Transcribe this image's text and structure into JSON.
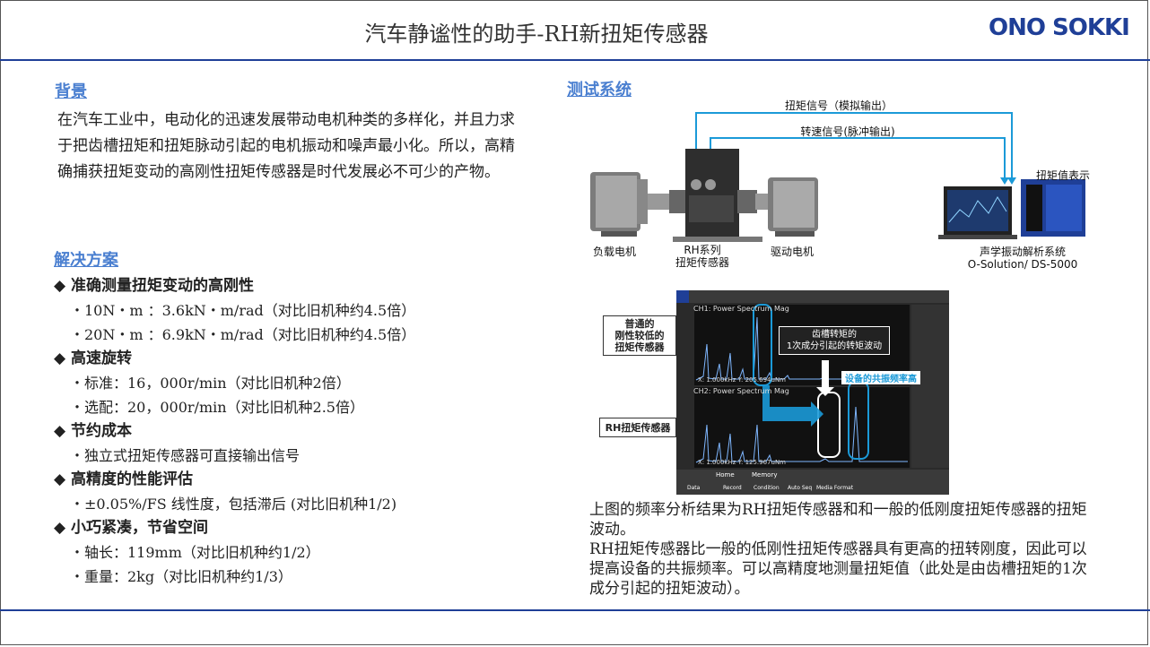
{
  "header": {
    "title": "汽车静谧性的助手-RH新扭矩传感器",
    "logo": "ONO SOKKI"
  },
  "background": {
    "heading": "背景",
    "text": "在汽车工业中，电动化的迅速发展带动电机种类的多样化，并且力求于把齿槽扭矩和扭矩脉动引起的电机振动和噪声最小化。所以，高精确捕获扭矩变动的高刚性扭矩传感器是时代发展必不可少的产物。"
  },
  "solution": {
    "heading": "解决方案",
    "items": [
      {
        "head": "◆ 准确测量扭矩变动的高刚性",
        "subs": [
          "・10N・m ：3.6kN・m/rad（对比旧机种约4.5倍）",
          "・20N・m ：6.9kN・m/rad（对比旧机种约4.5倍）"
        ]
      },
      {
        "head": "◆ 高速旋转",
        "subs": [
          "・标准：16，000r/min（对比旧机种2倍）",
          "・选配：20，000r/min（对比旧机种2.5倍）"
        ]
      },
      {
        "head": "◆ 节约成本",
        "subs": [
          "・独立式扭矩传感器可直接输出信号"
        ]
      },
      {
        "head": "◆ 高精度的性能评估",
        "subs": [
          "・±0.05%/FS 线性度，包括滞后 (对比旧机种1/2)"
        ]
      },
      {
        "head": "◆ 小巧紧凑，节省空间",
        "subs": [
          "・轴长：119mm（对比旧机种约1/2）",
          "・重量：2kg（对比旧机种约1/3）"
        ]
      }
    ]
  },
  "test_system": {
    "heading": "测试系统",
    "torque_signal": "扭矩信号（模拟输出）",
    "speed_signal": "转速信号(脉冲输出)",
    "torque_display": "扭矩值表示",
    "load_motor": "负载电机",
    "rh_sensor": "RH系列\n扭矩传感器",
    "drive_motor": "驱动电机",
    "analyzer": "声学振动解析系统\nO-Solution/ DS-5000"
  },
  "analysis": {
    "normal_label": "普通的\n刚性较低的\n扭矩传感器",
    "rh_label": "RH扭矩传感器",
    "callout1": "齿槽转矩的\n1次成分引起的转矩波动",
    "callout2": "设备的共振频率高",
    "ch1_title": "CH1: Power Spectrum Mag",
    "ch2_title": "CH2: Power Spectrum Mag",
    "ch1_readout": "X: 1.000kHz Y: 205.694uNm",
    "ch2_readout": "X: 1.000kHz Y: 125.967uNm",
    "tabs": [
      "Home",
      "Memory"
    ],
    "bottom": [
      "Data",
      "Record",
      "Condition",
      "Auto Seq",
      "Media Format"
    ]
  },
  "caption": "上图的频率分析结果为RH扭矩传感器和和一般的低刚度扭矩传感器的扭矩波动。\nRH扭矩传感器比一般的低刚性扭矩传感器具有更高的扭转刚度，因此可以提高设备的共振频率。可以高精度地测量扭矩值（此处是由齿槽扭矩的1次成分引起的扭矩波动）。",
  "colors": {
    "brand": "#1f3f97",
    "heading": "#4a7fd0",
    "arrow": "#1b9ad8"
  }
}
